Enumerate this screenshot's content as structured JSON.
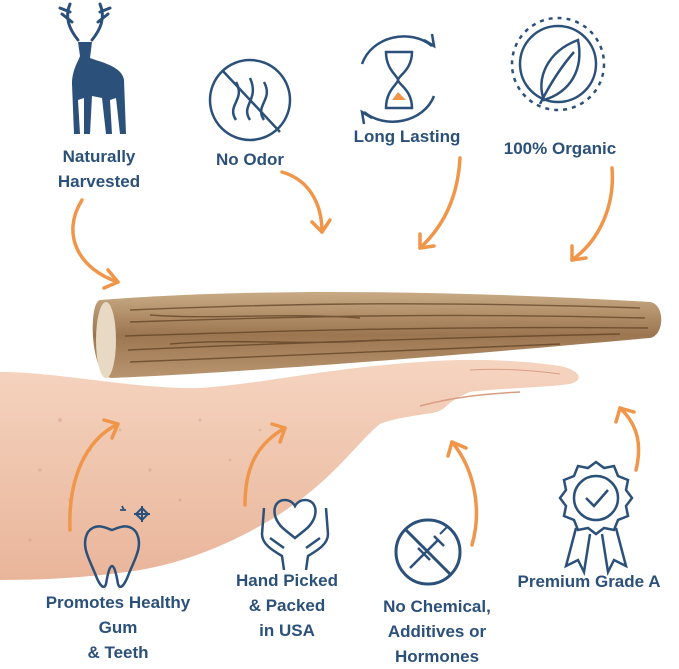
{
  "features": {
    "naturally_harvested": "Naturally\nHarvested",
    "no_odor": "No Odor",
    "long_lasting": "Long Lasting",
    "organic": "100% Organic",
    "healthy_gum": "Promotes Healthy\nGum\n& Teeth",
    "hand_picked": "Hand Picked\n& Packed\nin USA",
    "no_chemical": "No Chemical,\nAdditives or\nHormones",
    "premium": "Premium Grade A"
  },
  "colors": {
    "brand_blue": "#2b5079",
    "arrow_orange": "#f0964a",
    "antler_base": "#a07c55",
    "skin": "#efc6ae"
  }
}
